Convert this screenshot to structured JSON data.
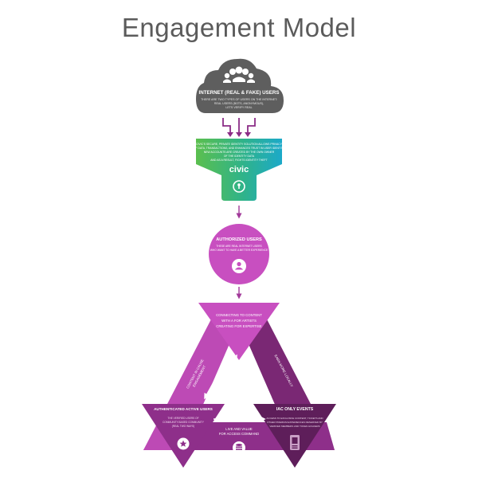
{
  "title": "Engagement Model",
  "cloud": {
    "heading": "INTERNET (REAL & FAKE) USERS",
    "line1": "THERE ARE TWO TYPES OF USERS ON THE INTERNET:",
    "line2": "REAL USERS (BOTS, ANONYMOUS),",
    "line3": "LETS VERIFY REAL"
  },
  "funnel": {
    "line1": "CIVIC'S SECURE, PRIVATE IDENTITY SOLUTION ALLOWS PRIVACY",
    "line2": "OF DATA, TRANSACTIONS, AND ENHANCES TRUST IN USER IDENTITY",
    "line3": "NEW ACCOUNTS ARE CREATED BY THE OWN OWNER",
    "line4": "OF THE IDENTITY DATA",
    "line5": "AND AS A RESULT, FIGHTS IDENTITY THEFT",
    "brand": "civic"
  },
  "authorized": {
    "heading": "AUTHORIZED USERS",
    "line1": "THESE ARE REAL INTERNET USERS",
    "line2": "WHO WANT TO HAVE A BETTER EXPERIENCE"
  },
  "top_triangle": {
    "line1": "CONNECTING TO CONTENT",
    "line2": "WITH A FOR ARTISTS",
    "line3": "CREATING FOR EXPERTISE"
  },
  "left_edge": {
    "line1": "CONTENT IN CAUSE",
    "line2": "ENGAGEMENT"
  },
  "right_edge": {
    "line1": "EARN MORE LOCALLY"
  },
  "bottom_left": {
    "heading": "AUTHENTICATED ACTIVE USERS",
    "line1": "THE VERIFIED USERS OF",
    "line2": "COMMUNITY-BASED COMMUNITY",
    "line3": "(REAL TWO WAYS)"
  },
  "bottom_right": {
    "heading": "IAC ONLY EVENTS",
    "line1": "ACCESS TO EXCLUSIVE CONTENT, TICKETS AND",
    "line2": "OTHER PREMIUM EXPERIENCES RESERVED BY",
    "line3": "VERIFIED MEMBERS AND TOKEN HOLDERS"
  },
  "bottom_center": {
    "line1": "LIVE AND VALUE",
    "line2": "FOR ACCESS COMMAND"
  },
  "colors": {
    "cloud": "#5e5e5e",
    "funnel_green": "#46b45d",
    "funnel_teal": "#1fb0c6",
    "magenta": "#c84fc0",
    "violet": "#8e2f8a",
    "plum": "#5e1e5a"
  }
}
